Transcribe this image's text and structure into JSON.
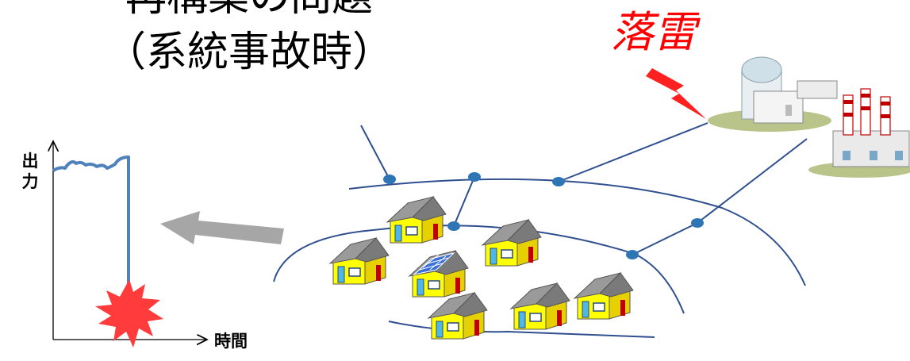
{
  "title": {
    "line1": "再構築の問題",
    "line2": "（系統事故時）"
  },
  "event": {
    "label": "落雷",
    "color": "#ff0000"
  },
  "graph": {
    "ylabel": "出力",
    "xlabel": "時間",
    "line_color": "#4f81bd",
    "burst_color": "#ff3b3b"
  },
  "colors": {
    "grid_line": "#2f4f8f",
    "node": "#2e75b6",
    "house_wall": "#ffff00",
    "house_roof": "#8c8c8c",
    "arrow": "#a6a6a6"
  },
  "icons": [
    "lightning-bolt-icon",
    "nuclear-plant-icon",
    "thermal-plant-icon",
    "house-icon",
    "solar-house-icon",
    "explosion-icon"
  ]
}
